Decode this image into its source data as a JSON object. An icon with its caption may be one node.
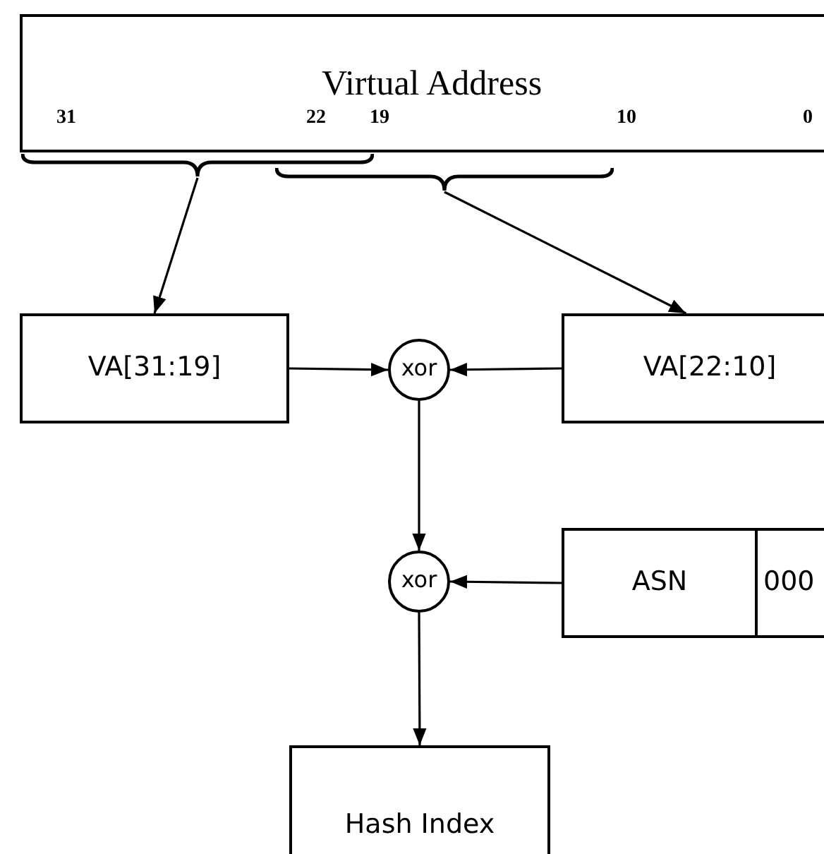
{
  "diagram": {
    "nodes": [
      {
        "text": [
          "Virtual Address"
        ]
      },
      {
        "text": [],
        "shape": "brace"
      },
      {
        "text": [],
        "shape": "brace"
      },
      {
        "text": [
          "VA[31:19]"
        ]
      },
      {
        "text": [
          "xor"
        ]
      },
      {
        "text": [
          "VA[22:10]"
        ]
      },
      {
        "text": [
          "xor"
        ]
      },
      {
        "text": [
          "ASN",
          "000"
        ]
      },
      {
        "text": [
          "Hash Index"
        ]
      }
    ],
    "edges": [
      {
        "from": 1,
        "to": 3,
        "arrow": "to"
      },
      {
        "from": 2,
        "to": 5,
        "arrow": "to"
      },
      {
        "from": 3,
        "to": 4,
        "arrow": "to"
      },
      {
        "from": 5,
        "to": 4,
        "arrow": "to"
      },
      {
        "from": 4,
        "to": 6,
        "arrow": "to"
      },
      {
        "from": 7,
        "to": 6,
        "arrow": "to"
      },
      {
        "from": 6,
        "to": 8,
        "arrow": "to"
      }
    ],
    "labels": [
      "31",
      "22",
      "19",
      "10",
      "0"
    ]
  }
}
